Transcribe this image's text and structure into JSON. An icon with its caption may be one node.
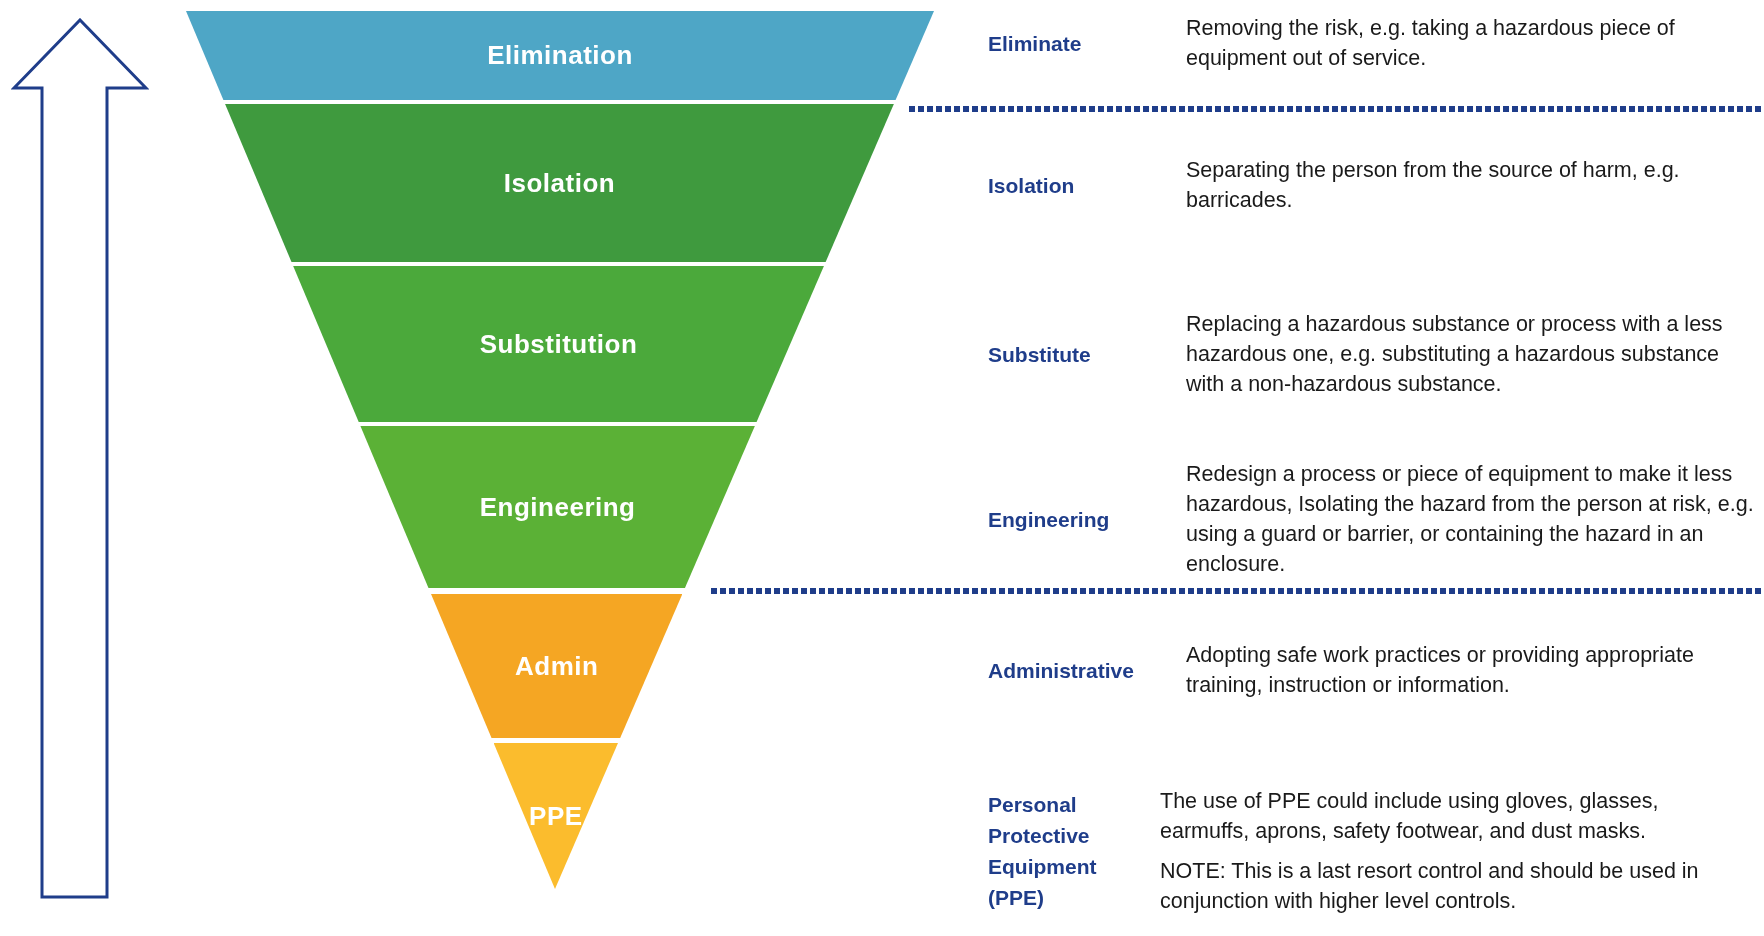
{
  "diagram": {
    "nodes": [
      {
        "text": [
          "Elimination"
        ]
      },
      {
        "text": [
          "Isolation"
        ]
      },
      {
        "text": [
          "Substitution"
        ]
      },
      {
        "text": [
          "Engineering"
        ]
      },
      {
        "text": [
          "Admin"
        ]
      },
      {
        "text": [
          "PPE"
        ]
      }
    ],
    "labels": [
      "Eliminate",
      "Removing the risk, e.g. taking a hazardous piece of equipment out of service.",
      "Isolation",
      "Separating the person from the source of harm, e.g. barricades.",
      "Substitute",
      "Replacing a hazardous substance or process with a less hazardous one, e.g. substituting a hazardous substance with a non-hazardous substance.",
      "Engineering",
      "Redesign a process or piece of equipment to make it less hazardous, Isolating the hazard from the person at risk, e.g. using a guard or barrier, or containing the hazard in an enclosure.",
      "Administrative",
      "Adopting safe work practices or providing appropriate training, instruction or information.",
      "Personal Protective Equipment (PPE)",
      "The use of PPE could include using gloves, glasses, earmuffs, aprons, safety footwear, and dust masks.",
      "NOTE: This is a last resort control and should be used in conjunction with higher level controls."
    ]
  }
}
